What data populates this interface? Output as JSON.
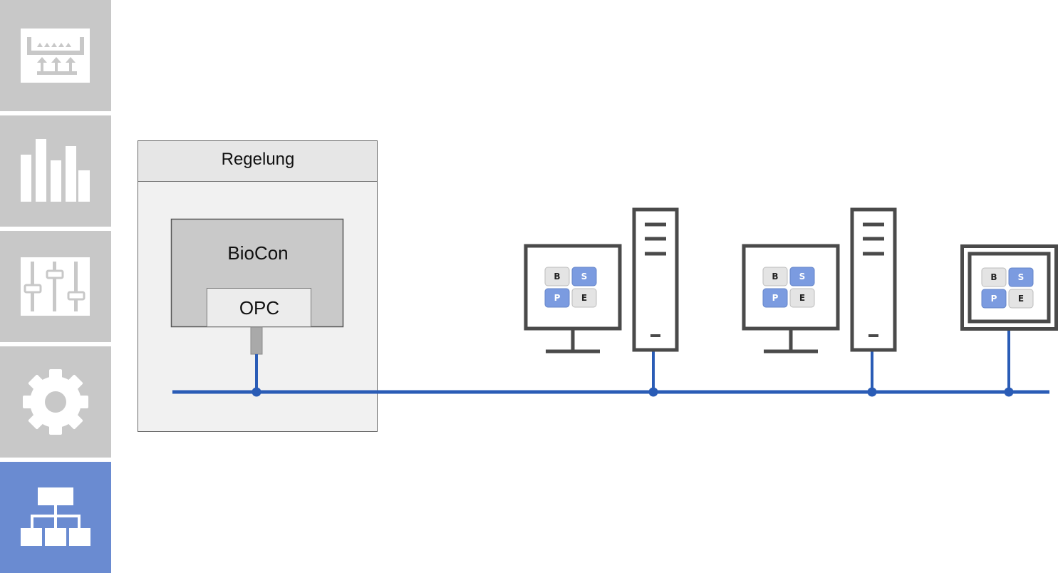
{
  "sidebar": {
    "items": [
      {
        "icon": "lift-process-icon",
        "active": false
      },
      {
        "icon": "bar-chart-icon",
        "active": false
      },
      {
        "icon": "sliders-icon",
        "active": false
      },
      {
        "icon": "gear-icon",
        "active": false
      },
      {
        "icon": "network-hierarchy-icon",
        "active": true
      }
    ]
  },
  "diagram": {
    "control_box": {
      "title": "Regelung",
      "biocon_label": "BioCon",
      "opc_label": "OPC"
    },
    "tiles": {
      "b": "B",
      "s": "S",
      "p": "P",
      "e": "E"
    },
    "colors": {
      "network_line": "#2a5cb6",
      "tile_blue": "#7b9be0",
      "tile_gray": "#e4e4e4",
      "device_stroke": "#4a4a4a",
      "sidebar_inactive": "#c8c8c8",
      "sidebar_active": "#6a8bd1"
    }
  }
}
